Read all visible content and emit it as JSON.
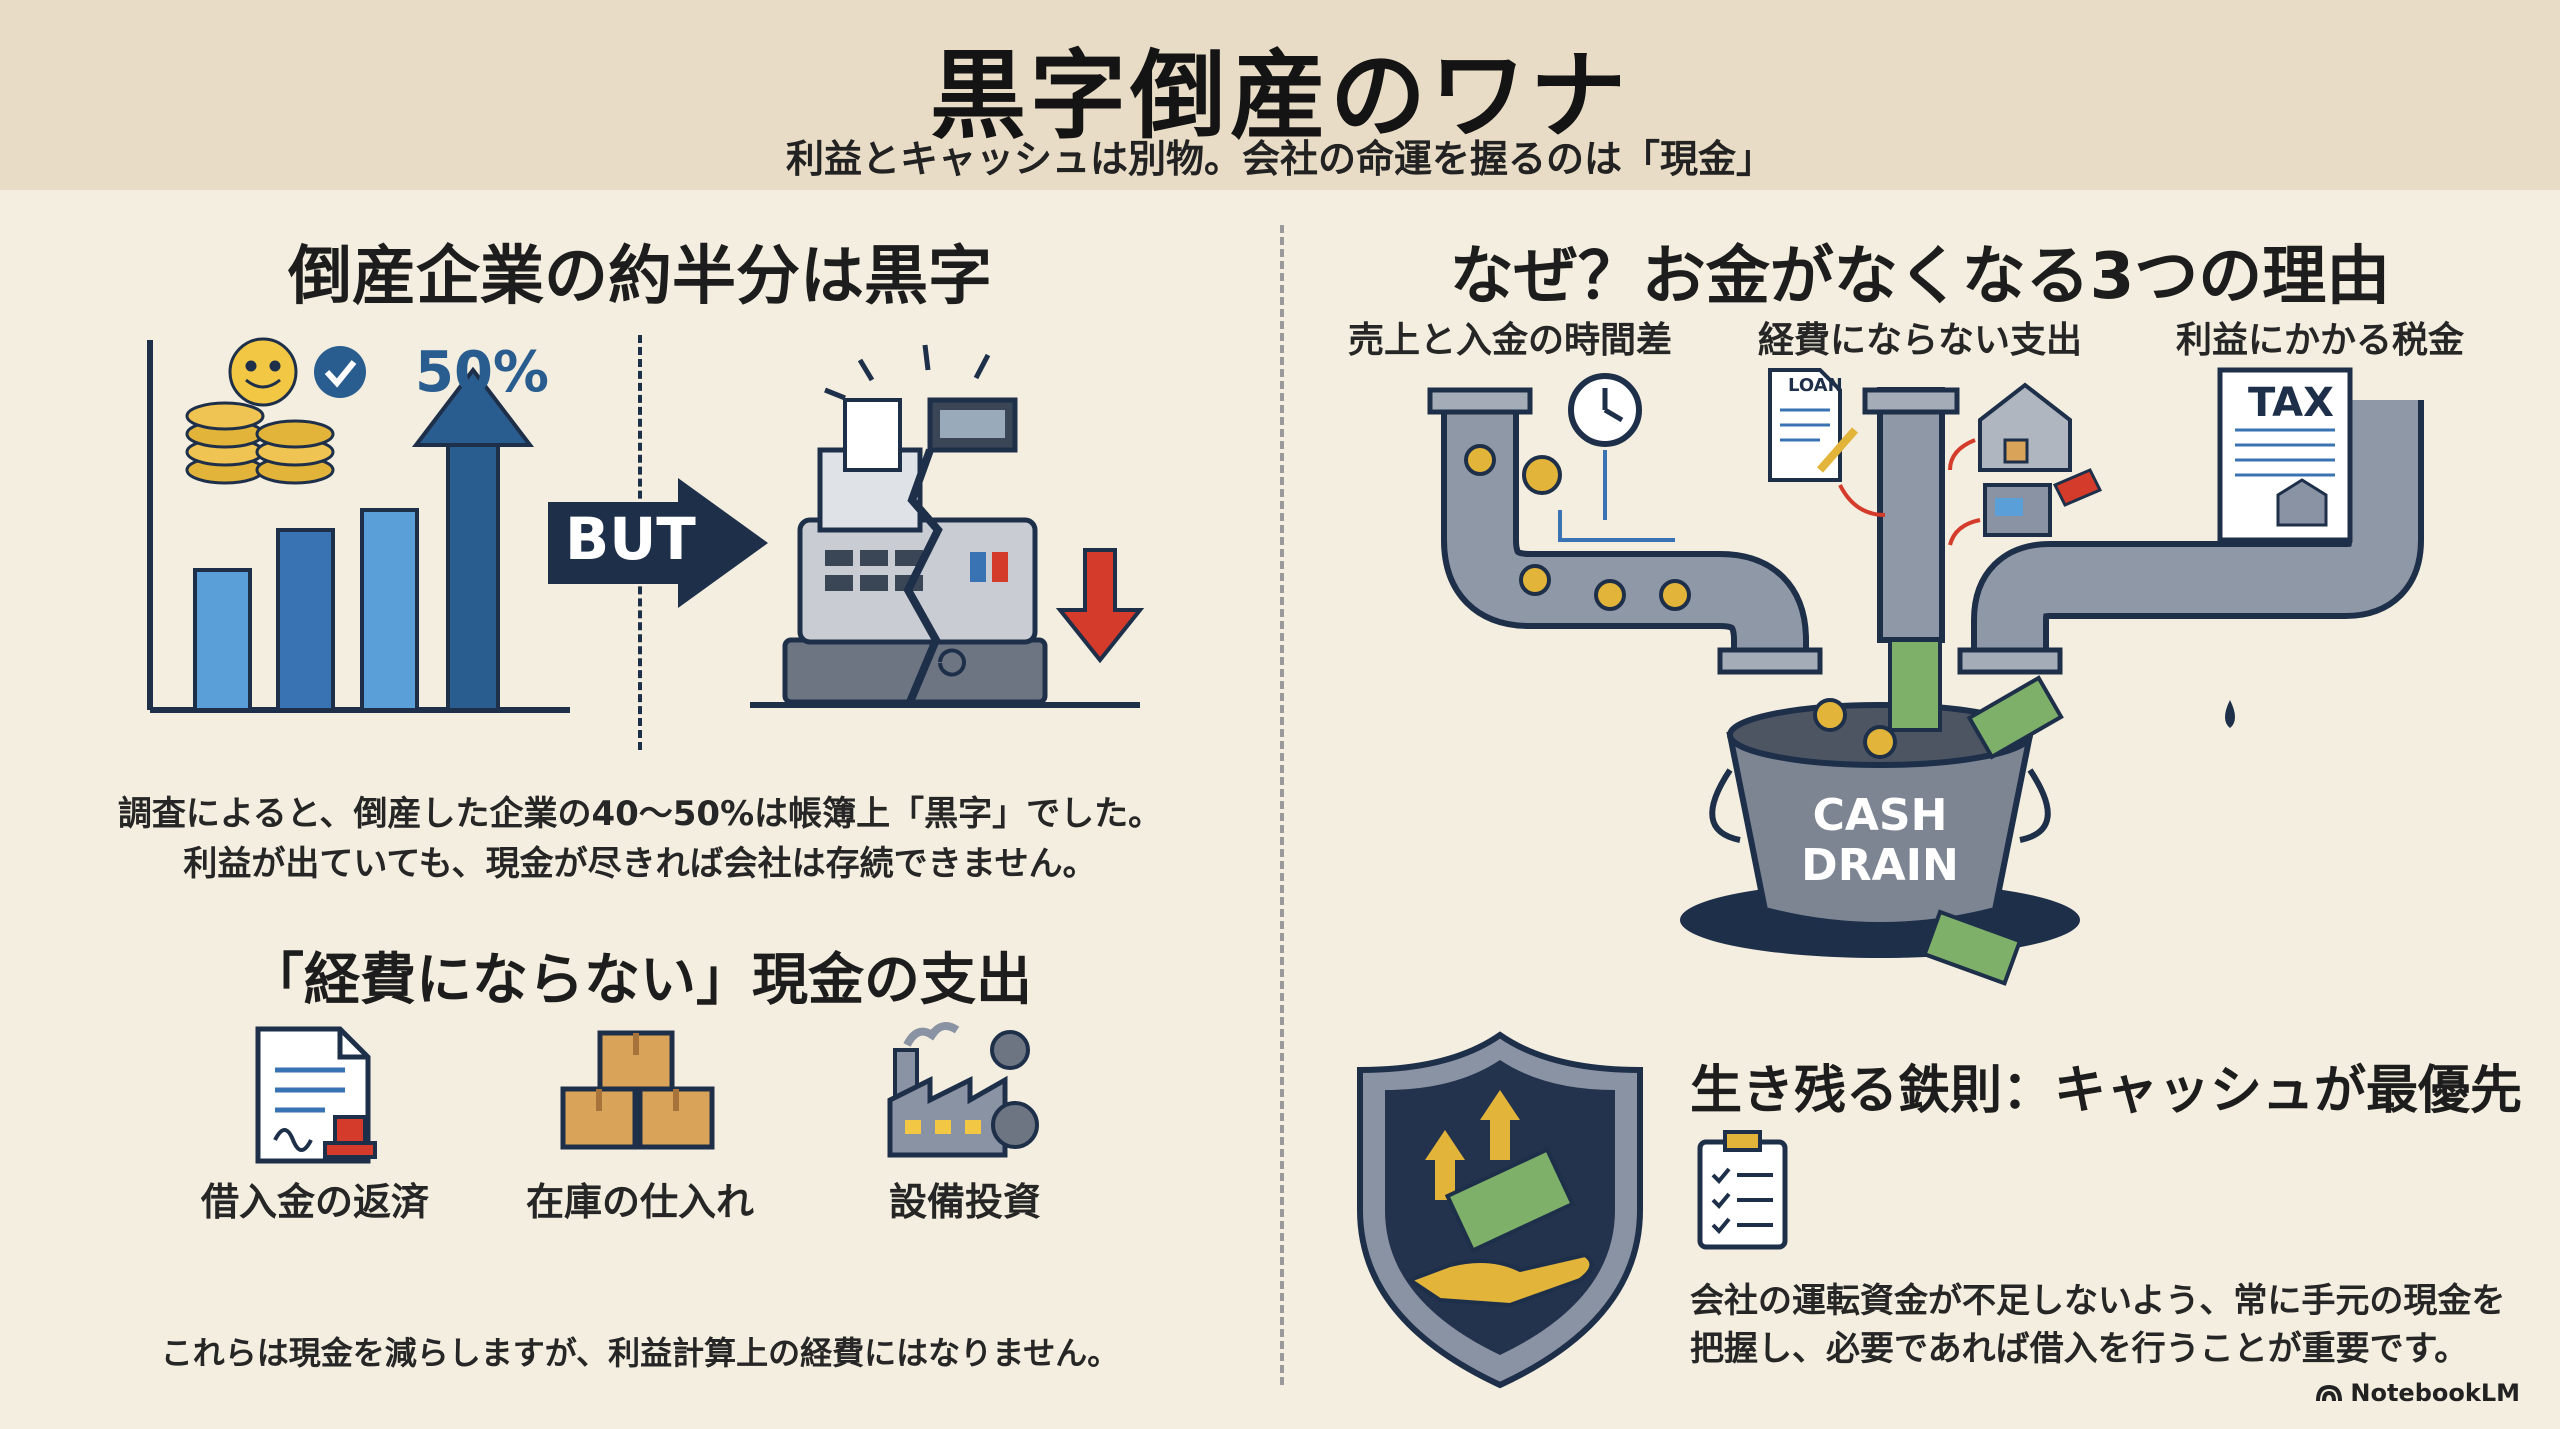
{
  "header": {
    "title": "黒字倒産のワナ",
    "subtitle": "利益とキャッシュは別物。会社の命運を握るのは「現金」"
  },
  "left": {
    "heading": "倒産企業の約半分は黒字",
    "chart": {
      "percent_label": "50%",
      "but_label": "BUT"
    },
    "body_line1": "調査によると、倒産した企業の40〜50%は帳簿上「黒字」でした。",
    "body_line2": "利益が出ていても、現金が尽きれば会社は存続できません。",
    "section_heading": "「経費にならない」現金の支出",
    "items": [
      {
        "label": "借入金の返済",
        "icon": "loan-document-icon"
      },
      {
        "label": "在庫の仕入れ",
        "icon": "inventory-boxes-icon"
      },
      {
        "label": "設備投資",
        "icon": "factory-icon"
      }
    ],
    "footnote": "これらは現金を減らしますが、利益計算上の経費にはなりません。"
  },
  "right": {
    "heading": "なぜ？お金がなくなる3つの理由",
    "reasons": [
      {
        "label": "売上と入金の時間差"
      },
      {
        "label": "経費にならない支出"
      },
      {
        "label": "利益にかかる税金"
      }
    ],
    "pipe_labels": {
      "loan": "LOAN",
      "tax": "TAX"
    },
    "bucket_label_line1": "CASH",
    "bucket_label_line2": "DRAIN",
    "rule_heading": "生き残る鉄則：キャッシュが最優先",
    "rule_line1": "会社の運転資金が不足しないよう、常に手元の現金を",
    "rule_line2": "把握し、必要であれば借入を行うことが重要です。"
  },
  "footer": {
    "brand": "NotebookLM"
  },
  "colors": {
    "accent_blue": "#2a5d8f",
    "header_bg": "#e8dcc6",
    "page_bg": "#f3eedf",
    "red": "#d43b2a",
    "gold": "#e3b43a"
  }
}
